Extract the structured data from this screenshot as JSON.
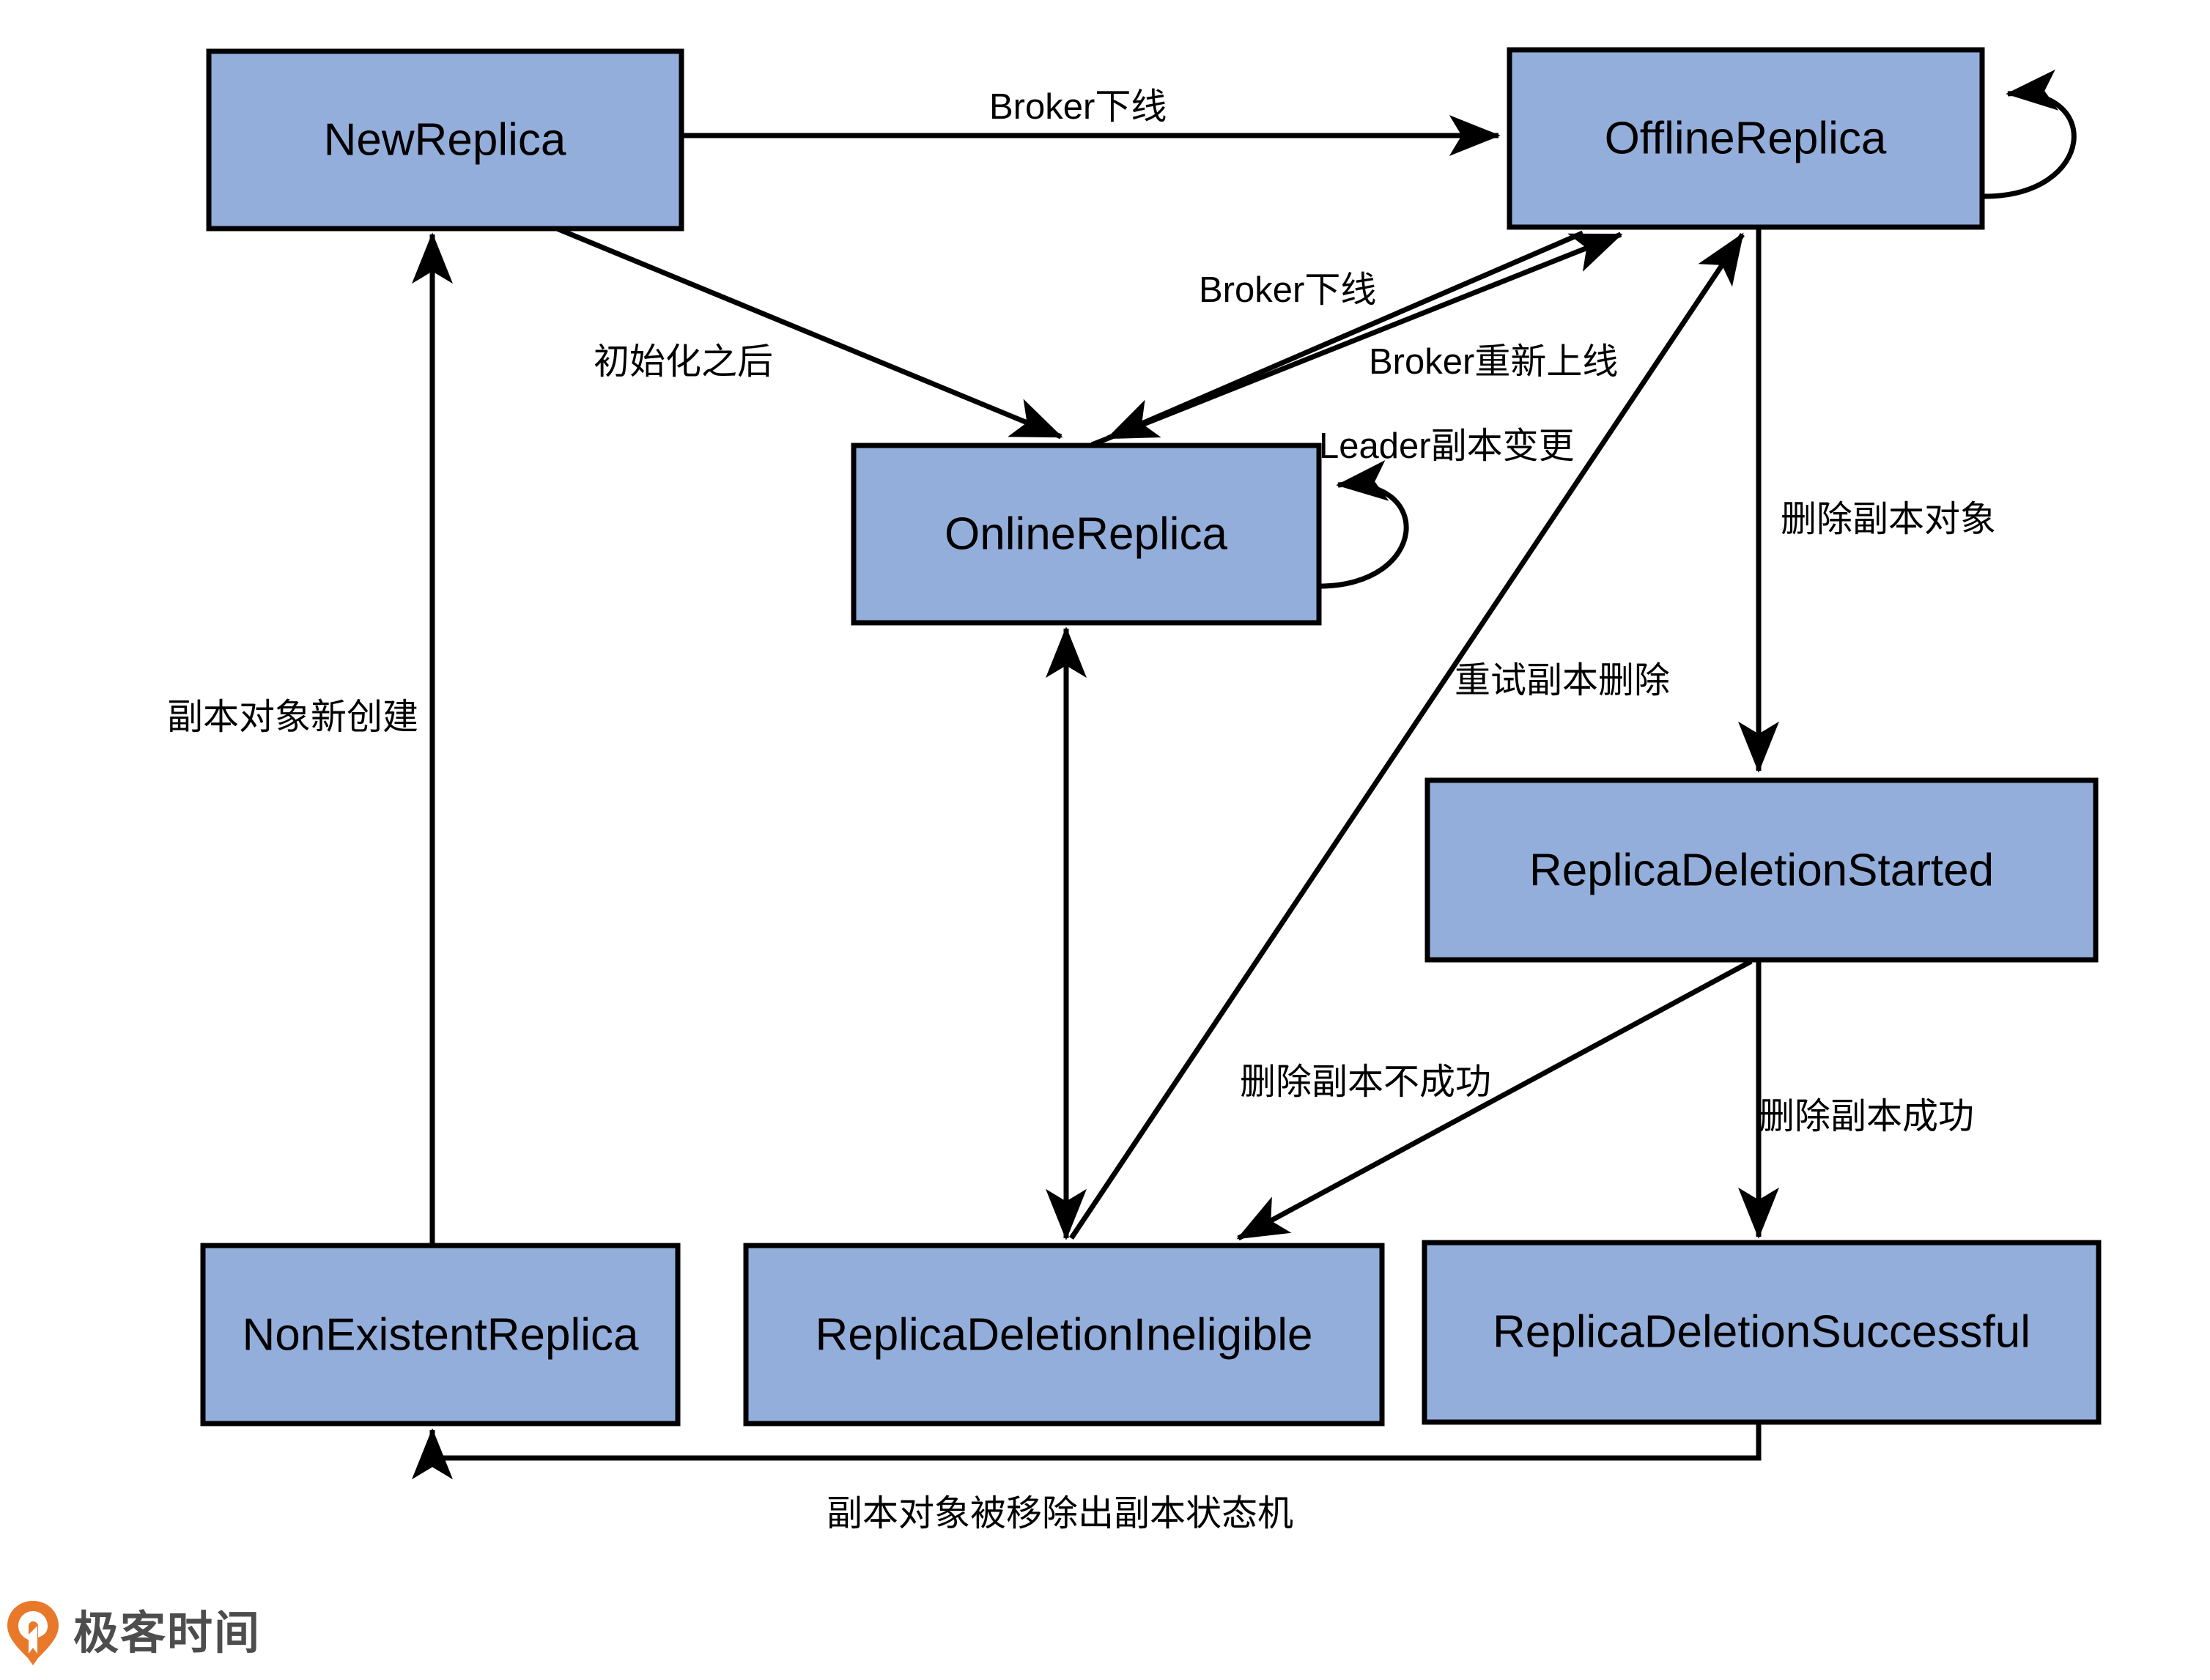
{
  "diagram": {
    "title": "Kafka Replica State Machine",
    "colors": {
      "node_fill": "#94AEDB",
      "node_stroke": "#000000",
      "edge": "#000000",
      "background": "#FFFFFF",
      "logo_accent": "#E8792B",
      "logo_text": "#4D4D4D"
    },
    "nodes": [
      {
        "id": "new",
        "label": "NewReplica"
      },
      {
        "id": "offline",
        "label": "OfflineReplica"
      },
      {
        "id": "online",
        "label": "OnlineReplica"
      },
      {
        "id": "started",
        "label": "ReplicaDeletionStarted"
      },
      {
        "id": "nonexist",
        "label": "NonExistentReplica"
      },
      {
        "id": "ineligible",
        "label": "ReplicaDeletionIneligible"
      },
      {
        "id": "successful",
        "label": "ReplicaDeletionSuccessful"
      }
    ],
    "edges": [
      {
        "from": "new",
        "to": "offline",
        "label": "Broker下线"
      },
      {
        "from": "new",
        "to": "online",
        "label": "初始化之后"
      },
      {
        "from": "online",
        "to": "offline",
        "label": "Broker下线"
      },
      {
        "from": "offline",
        "to": "online",
        "label": "Broker重新上线"
      },
      {
        "from": "online",
        "to": "online",
        "label": "Leader副本变更"
      },
      {
        "from": "offline",
        "to": "offline",
        "label": ""
      },
      {
        "from": "offline",
        "to": "started",
        "label": "删除副本对象"
      },
      {
        "from": "ineligible",
        "to": "offline",
        "label": "重试副本删除"
      },
      {
        "from": "started",
        "to": "ineligible",
        "label": "删除副本不成功"
      },
      {
        "from": "started",
        "to": "successful",
        "label": "删除副本成功"
      },
      {
        "from": "nonexist",
        "to": "new",
        "label": "副本对象新创建"
      },
      {
        "from": "successful",
        "to": "nonexist",
        "label": "副本对象被移除出副本状态机"
      },
      {
        "from": "online",
        "to": "ineligible",
        "label": ""
      }
    ],
    "labels": {
      "broker_offline_top": "Broker下线",
      "broker_offline_mid": "Broker下线",
      "broker_online_again": "Broker重新上线",
      "leader_change": "Leader副本变更",
      "after_init": "初始化之后",
      "replica_created": "副本对象新创建",
      "delete_replica_object": "删除副本对象",
      "retry_delete_replica": "重试副本删除",
      "delete_replica_failed": "删除副本不成功",
      "delete_replica_success": "删除副本成功",
      "removed_from_state_machine": "副本对象被移除出副本状态机"
    },
    "node_labels": {
      "new": "NewReplica",
      "offline": "OfflineReplica",
      "online": "OnlineReplica",
      "started": "ReplicaDeletionStarted",
      "nonexist": "NonExistentReplica",
      "ineligible": "ReplicaDeletionIneligible",
      "successful": "ReplicaDeletionSuccessful"
    },
    "watermark": {
      "brand": "极客时间"
    }
  }
}
